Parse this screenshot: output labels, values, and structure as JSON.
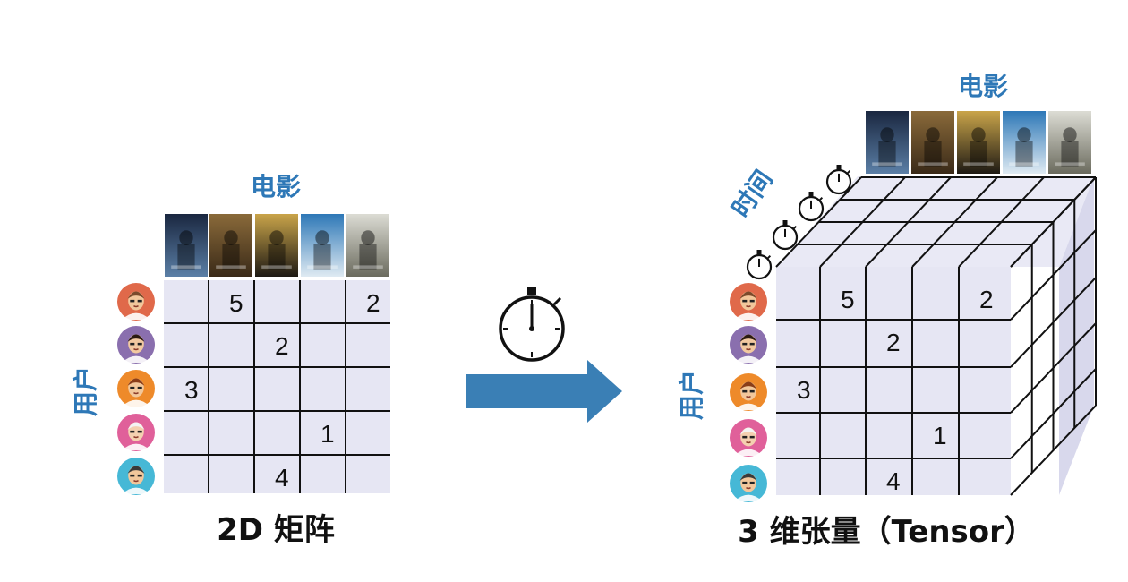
{
  "colors": {
    "accent_blue": "#2e78b7",
    "arrow_blue": "#3a7fb5",
    "grid_fill": "#e6e6f3",
    "grid_side": "#dcdcee",
    "grid_line": "#111111",
    "text_dark": "#111111"
  },
  "left": {
    "column_label": "电影",
    "row_label": "用户",
    "caption": "2D 矩阵",
    "cells": [
      {
        "row": 0,
        "col": 1,
        "value": "5"
      },
      {
        "row": 0,
        "col": 4,
        "value": "2"
      },
      {
        "row": 1,
        "col": 2,
        "value": "2"
      },
      {
        "row": 2,
        "col": 0,
        "value": "3"
      },
      {
        "row": 3,
        "col": 3,
        "value": "1"
      },
      {
        "row": 4,
        "col": 2,
        "value": "4"
      }
    ]
  },
  "right": {
    "column_label": "电影",
    "row_label": "用户",
    "depth_label": "时间",
    "caption": "3 维张量（Tensor）",
    "cells": [
      {
        "row": 0,
        "col": 1,
        "value": "5"
      },
      {
        "row": 0,
        "col": 4,
        "value": "2"
      },
      {
        "row": 1,
        "col": 2,
        "value": "2"
      },
      {
        "row": 2,
        "col": 0,
        "value": "3"
      },
      {
        "row": 3,
        "col": 3,
        "value": "1"
      },
      {
        "row": 4,
        "col": 2,
        "value": "4"
      }
    ]
  },
  "middle": {
    "icons": [
      "stopwatch-icon",
      "right-arrow-icon"
    ]
  },
  "users": [
    {
      "icon": "bearded-man-avatar-icon",
      "bg": "#e0694a",
      "skin": "#f2c79b",
      "hair": "#7a4a2b"
    },
    {
      "icon": "woman-sunglasses-avatar-icon",
      "bg": "#8a6fae",
      "skin": "#f2c9a0",
      "hair": "#2a1a12"
    },
    {
      "icon": "man-glasses-avatar-icon",
      "bg": "#ee8a2a",
      "skin": "#f2c79b",
      "hair": "#8a3d18"
    },
    {
      "icon": "woman-white-hair-avatar-icon",
      "bg": "#e0609a",
      "skin": "#f4d0b0",
      "hair": "#f4f4f4"
    },
    {
      "icon": "young-man-avatar-icon",
      "bg": "#46b8d6",
      "skin": "#f2c79b",
      "hair": "#3a3a3a"
    }
  ],
  "movies": [
    {
      "icon": "dark-knight-poster-icon",
      "top": "#1a2740",
      "bottom": "#5b7fa6"
    },
    {
      "icon": "fantasy-epic-poster-icon",
      "top": "#8a6a3a",
      "bottom": "#3a2a18"
    },
    {
      "icon": "gladiator-poster-icon",
      "top": "#c9a44a",
      "bottom": "#1e1a14"
    },
    {
      "icon": "ship-poster-icon",
      "top": "#2e78b7",
      "bottom": "#dfeaf2"
    },
    {
      "icon": "war-soldier-poster-icon",
      "top": "#dcdcd4",
      "bottom": "#6b6b5e"
    }
  ]
}
